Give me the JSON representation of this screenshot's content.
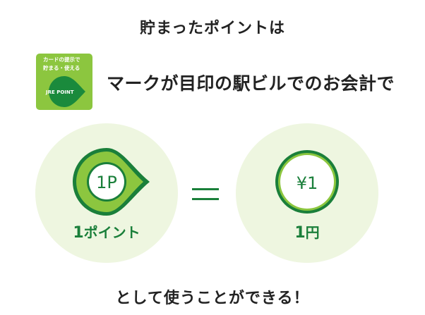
{
  "heading": "貯まったポイントは",
  "badge": {
    "line1": "カードの提示で",
    "line2": "貯まる・使える",
    "logo_text": "JRE POINT",
    "icon": "jre-point-logo-icon"
  },
  "tagline": "マークが目印の駅ビルでのお会計で",
  "left": {
    "icon_text": "1P",
    "icon": "point-drop-icon",
    "label_num": "1",
    "label_text": "ポイント"
  },
  "equals": "=",
  "right": {
    "icon_text": "¥1",
    "icon": "yen-coin-icon",
    "label_num": "1",
    "label_text": "円"
  },
  "footer": "として使うことができる！",
  "colors": {
    "dark_green": "#1a7f3a",
    "light_green": "#8cc63f",
    "circle_bg": "#eef6e0",
    "text": "#222222"
  }
}
